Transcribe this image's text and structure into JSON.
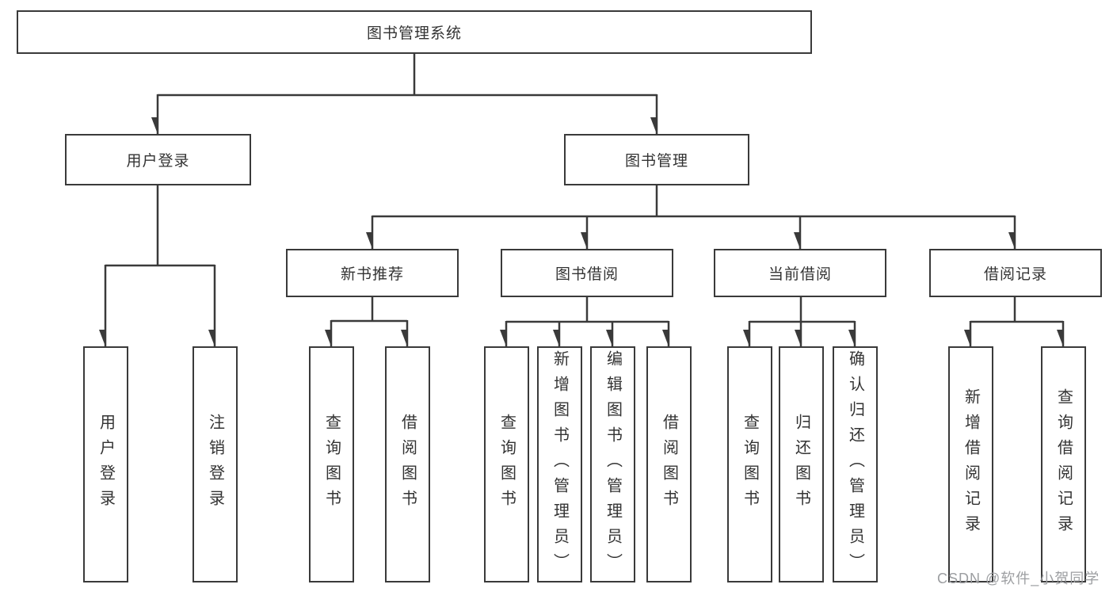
{
  "tree": {
    "label": "图书管理系统",
    "children": [
      {
        "label": "用户登录",
        "children": [
          {
            "label": "用户登录"
          },
          {
            "label": "注销登录"
          }
        ]
      },
      {
        "label": "图书管理",
        "children": [
          {
            "label": "新书推荐",
            "children": [
              {
                "label": "查询图书"
              },
              {
                "label": "借阅图书"
              }
            ]
          },
          {
            "label": "图书借阅",
            "children": [
              {
                "label": "查询图书"
              },
              {
                "label": "新增图书（管理员）"
              },
              {
                "label": "编辑图书（管理员）"
              },
              {
                "label": "借阅图书"
              }
            ]
          },
          {
            "label": "当前借阅",
            "children": [
              {
                "label": "查询图书"
              },
              {
                "label": "归还图书"
              },
              {
                "label": "确认归还（管理员）"
              }
            ]
          },
          {
            "label": "借阅记录",
            "children": [
              {
                "label": "新增借阅记录"
              },
              {
                "label": "查询借阅记录"
              }
            ]
          }
        ]
      }
    ]
  },
  "watermark": {
    "text": "CSDN @软件_小贺同学",
    "color": "#9c9ea1"
  },
  "colors": {
    "line": "#3a3a3a",
    "text": "#333333",
    "box_background": "#ffffff",
    "page_background": "#ffffff"
  }
}
